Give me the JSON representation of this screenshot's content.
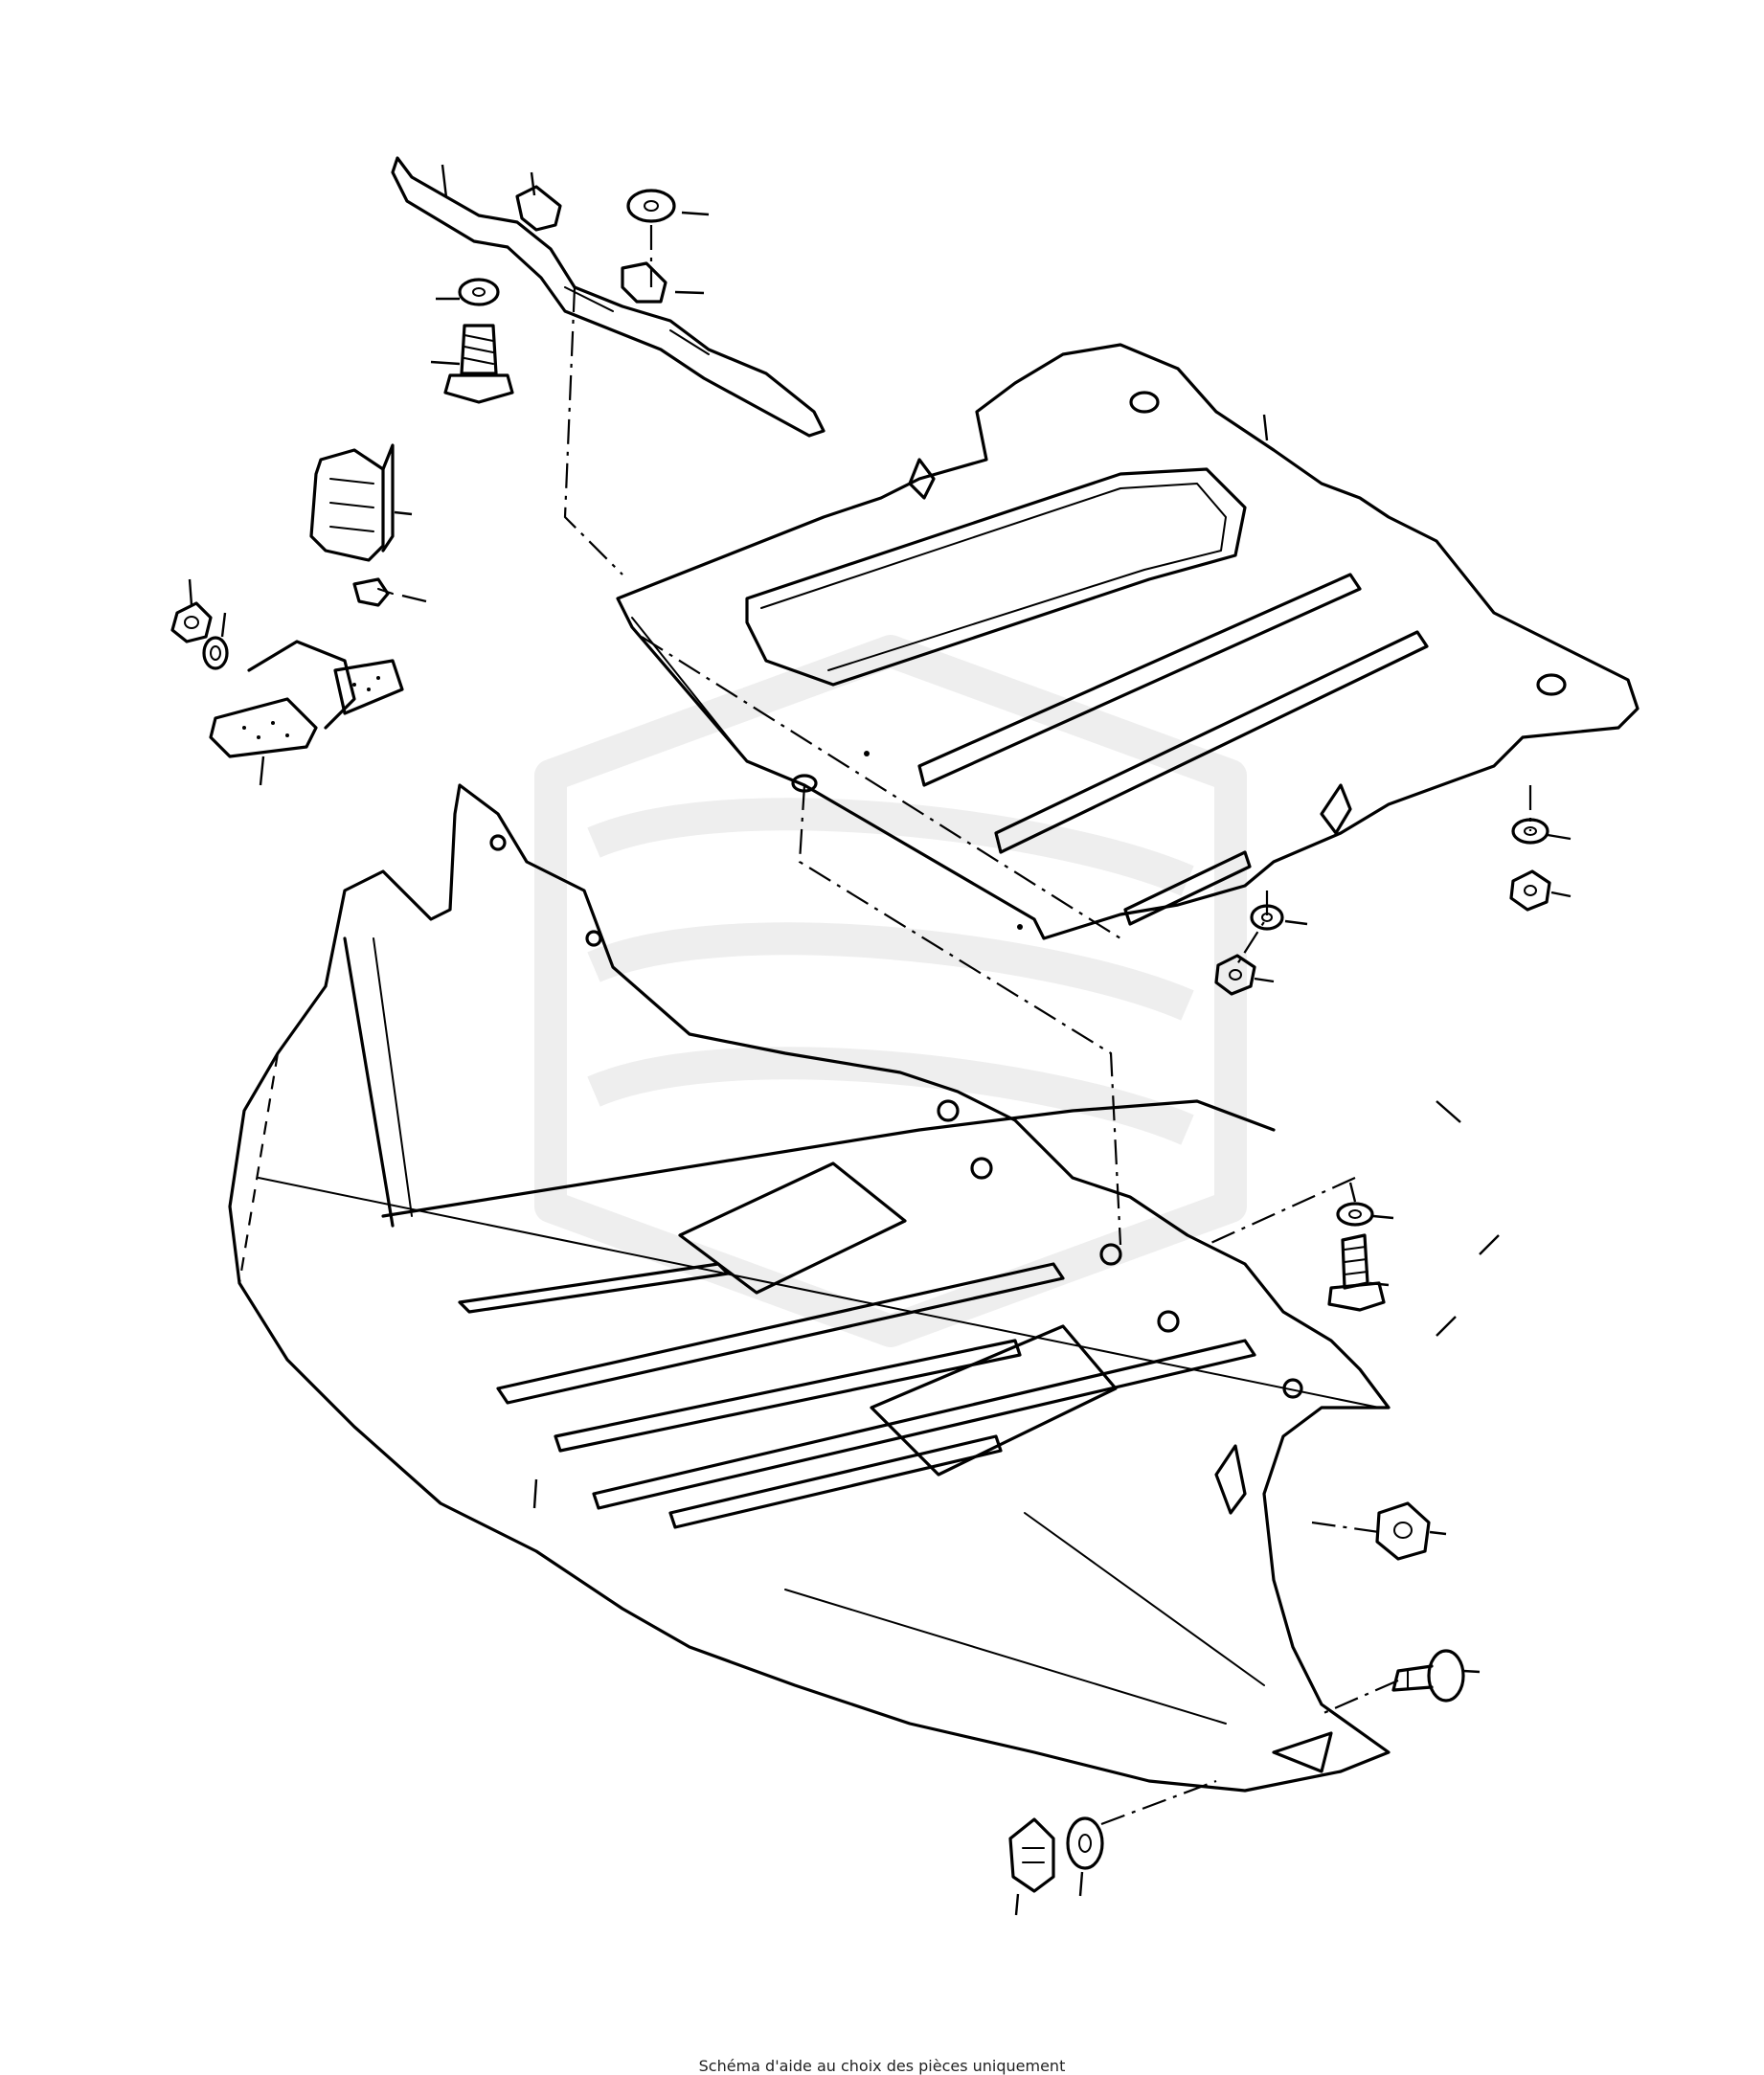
{
  "caption": "Schéma d'aide au choix des pièces uniquement",
  "colors": {
    "ink": "#000000",
    "watermark": "#eeeeee",
    "background": "#ffffff"
  },
  "parts": [
    {
      "name": "mounting-bracket-strip"
    },
    {
      "name": "clip-nut"
    },
    {
      "name": "flat-washer"
    },
    {
      "name": "hex-bolt"
    },
    {
      "name": "rear-splash-shield"
    },
    {
      "name": "side-bracket"
    },
    {
      "name": "trim-screw"
    },
    {
      "name": "hex-nut"
    },
    {
      "name": "spring-washer"
    },
    {
      "name": "heat-shield-pad"
    },
    {
      "name": "front-underbody-shield"
    },
    {
      "name": "threaded-stud"
    },
    {
      "name": "push-rivet"
    },
    {
      "name": "captive-clip"
    }
  ]
}
